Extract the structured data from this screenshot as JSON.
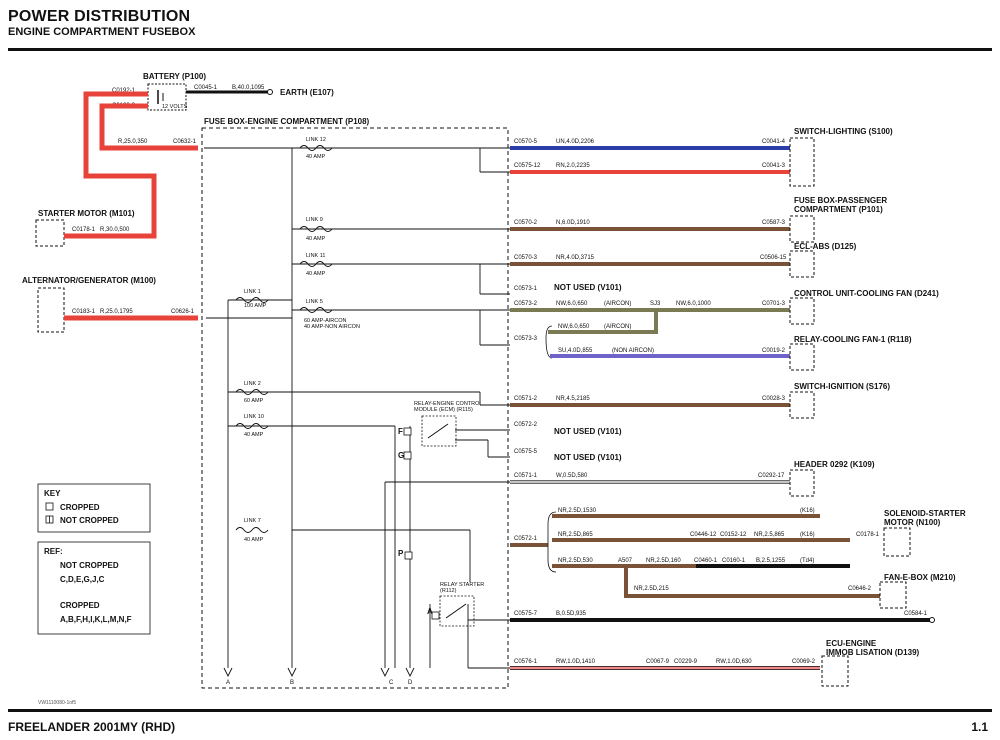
{
  "header": {
    "title": "POWER DISTRIBUTION",
    "subtitle": "ENGINE COMPARTMENT FUSEBOX"
  },
  "footer": {
    "model": "FREELANDER 2001MY (RHD)",
    "page": "1.1",
    "doc_ref": "VW1110080-1of5"
  },
  "colors": {
    "red": "#e8433a",
    "blue": "#2b3ea8",
    "brown": "#7a5238",
    "brown_light": "#8e6650",
    "purple": "#6f62c8",
    "black": "#111111",
    "pink": "#ef8a8a",
    "olive": "#7a7a55"
  },
  "battery": {
    "label": "BATTERY (P100)",
    "volts": "12 VOLTS",
    "conn1": "C0192-1",
    "conn2": "C0192-2",
    "earth_conn": "C0045-1",
    "earth_wire": "B,40.0,1095",
    "earth_label": "EARTH (E107)"
  },
  "starter": {
    "label": "STARTER MOTOR (M101)",
    "conn": "C0178-1",
    "wire": "R,30.0,500"
  },
  "alternator": {
    "label": "ALTERNATOR/GENERATOR (M100)",
    "conn": "C0183-1",
    "wire": "R,25.0,1795",
    "fb_conn": "C0626-1"
  },
  "fusebox": {
    "label": "FUSE BOX-ENGINE COMPARTMENT (P108)",
    "feed_wire": "R,25.0,350",
    "feed_conn": "C0632-1"
  },
  "fuses": [
    {
      "name": "LINK 12",
      "rating": "40 AMP"
    },
    {
      "name": "LINK 9",
      "rating": "40 AMP"
    },
    {
      "name": "LINK 11",
      "rating": "40 AMP"
    },
    {
      "name": "LINK 1",
      "rating": "100 AMP"
    },
    {
      "name": "LINK 5",
      "rating": "60 AMP-AIRCON",
      "rating2": "40 AMP-NON AIRCON"
    },
    {
      "name": "LINK 2",
      "rating": "60 AMP"
    },
    {
      "name": "LINK 10",
      "rating": "40 AMP"
    },
    {
      "name": "LINK 7",
      "rating": "40 AMP"
    }
  ],
  "outputs": [
    {
      "c_in": "C0570-5",
      "wire": "UN,4.0D,2206",
      "c_out": "C0041-4",
      "dest": "SWITCH-LIGHTING (S100)"
    },
    {
      "c_in": "C0575-12",
      "wire": "RN,2.0,2235",
      "c_out": "C0041-3"
    },
    {
      "c_in": "C0570-2",
      "wire": "N,6.0D,1910",
      "c_out": "C0587-3",
      "dest": "FUSE BOX-PASSENGER",
      "dest2": "COMPARTMENT (P101)"
    },
    {
      "c_in": "C0570-3",
      "wire": "NR,4.0D,3715",
      "c_out": "C0506-15",
      "dest": "ECL-ABS (D125)"
    },
    {
      "c_in": "C0573-1",
      "dest": "NOT USED (V101)"
    },
    {
      "c_in": "C0573-2",
      "wire": "NW,6.0,650",
      "note": "(AIRCON)",
      "splice": "SJ3",
      "wire2": "NW,6.0,1000",
      "c_out": "C0701-3",
      "dest": "CONTROL UNIT-COOLING FAN (D241)"
    },
    {
      "c_in": "C0573-3",
      "wire": "NW,6.0,650",
      "note": "(AIRCON)"
    },
    {
      "wire": "SU,4.0D,855",
      "note": "(NON AIRCON)",
      "c_out": "C0019-2",
      "dest": "RELAY-COOLING FAN-1 (R118)"
    },
    {
      "c_in": "C0571-2",
      "wire": "NR,4.5,2185",
      "c_out": "C0028-3",
      "dest": "SWITCH-IGNITION (S176)"
    },
    {
      "c_in": "C0572-2",
      "dest": "NOT USED (V101)"
    },
    {
      "c_in": "C0575-5",
      "dest": "NOT USED (V101)"
    },
    {
      "c_in": "C0571-1",
      "wire": "W,0.5D,580",
      "c_out": "C0292-17",
      "dest": "HEADER 0292 (K109)"
    },
    {
      "c_in": "C0572-1",
      "wire": "NR,2.5D,1530",
      "tag": "(K16)"
    },
    {
      "wire": "NR,2.5D,865",
      "c_mid": "C0446-12",
      "c_mid2": "C0152-12",
      "wire2": "NR,2.5,865",
      "tag": "(K16)",
      "c_out": "C0178-1",
      "dest": "SOLENOID-STARTER",
      "dest2": "MOTOR (N100)"
    },
    {
      "wire": "NR,2.5D,530",
      "splice": "A507",
      "wire2": "NR,2.5D,160",
      "c_mid": "C0460-1",
      "c_mid2": "C0160-1",
      "wire3": "B,2.5,1255",
      "tag": "(Td4)"
    },
    {
      "wire": "NR,2.5D,215",
      "c_out": "C0646-2",
      "dest": "FAN-E-BOX (M210)"
    },
    {
      "c_in": "C0575-7",
      "wire": "B,0.5D,935",
      "c_out": "C0584-1"
    },
    {
      "c_in": "C0576-1",
      "wire": "RW,1.0D,1410",
      "c_mid": "C0067-9",
      "c_mid2": "C0229-9",
      "wire2": "RW,1.0D,630",
      "c_out": "C0069-2",
      "dest": "ECU-ENGINE",
      "dest2": "IMMOB LISATION (D139)"
    }
  ],
  "relays": {
    "ecm": {
      "label": "RELAY-ENGINE CONTROL",
      "label2": "MODULE (ECM) (R115)",
      "pin_f": "F",
      "pin_g": "G"
    },
    "starter": {
      "label": "RELAY STARTER",
      "label2": "(R112)",
      "pin_a": "A",
      "pin_p": "P"
    }
  },
  "grounds": [
    "A",
    "B",
    "C",
    "D"
  ],
  "key": {
    "title": "KEY",
    "cropped": "CROPPED",
    "not_cropped": "NOT CROPPED",
    "ref_title": "REF:",
    "ref_nc_label": "NOT CROPPED",
    "ref_nc": "C,D,E,G,J,C",
    "ref_c_label": "CROPPED",
    "ref_c": "A,B,F,H,I,K,L,M,N,F"
  }
}
